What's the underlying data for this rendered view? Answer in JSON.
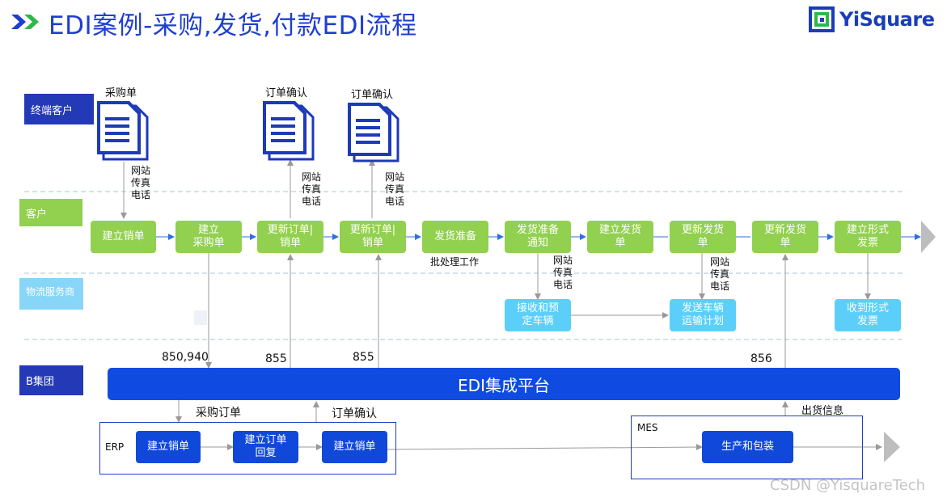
{
  "header": {
    "title": "EDI案例-采购,发货,付款EDI流程",
    "logo_text": "YiSquare"
  },
  "lanes": {
    "end_customer": "终端客户",
    "customer": "客户",
    "logistics": "物流服务商",
    "b_group": "B集团"
  },
  "documents": {
    "purchase_order": "采购单",
    "order_confirm_1": "订单确认",
    "order_confirm_2": "订单确认"
  },
  "channels": {
    "c1": "网站\n传真\n电话",
    "c2": "网站\n传真\n电话",
    "c3": "网站\n传真\n电话",
    "c4": "网站\n传真\n电话",
    "c5": "网站\n传真\n电话"
  },
  "customer_steps": {
    "s1": "建立销单",
    "s2": "建立\n采购单",
    "s3": "更新订单|\n销单",
    "s4": "更新订单|\n销单",
    "s5": "发货准备",
    "s6": "发货准备\n通知",
    "s7": "建立发货\n单",
    "s8": "更新发货\n单",
    "s9": "更新发货\n单",
    "s10": "建立形式\n发票"
  },
  "batch_note": "批处理工作",
  "logistics_steps": {
    "l1": "接收和预\n定车辆",
    "l2": "发送车辆\n运输计划",
    "l3": "收到形式\n发票"
  },
  "edi_codes": {
    "c850": "850,940",
    "c855a": "855",
    "c855b": "855",
    "c856": "856"
  },
  "platform": "EDI集成平台",
  "flow_labels": {
    "po": "采购订单",
    "oc": "订单确认",
    "ship": "出货信息"
  },
  "erp": {
    "label": "ERP",
    "b1": "建立销单",
    "b2": "建立订单\n回复",
    "b3": "建立销单"
  },
  "mes": {
    "label": "MES",
    "b1": "生产和包装"
  },
  "watermark": "CSDN @YisquareTech",
  "colors": {
    "title": "#1f3fd1",
    "lane_dark": "#2339b6",
    "green": "#92d050",
    "cyan": "#5bcffa",
    "blue": "#1049d9"
  }
}
